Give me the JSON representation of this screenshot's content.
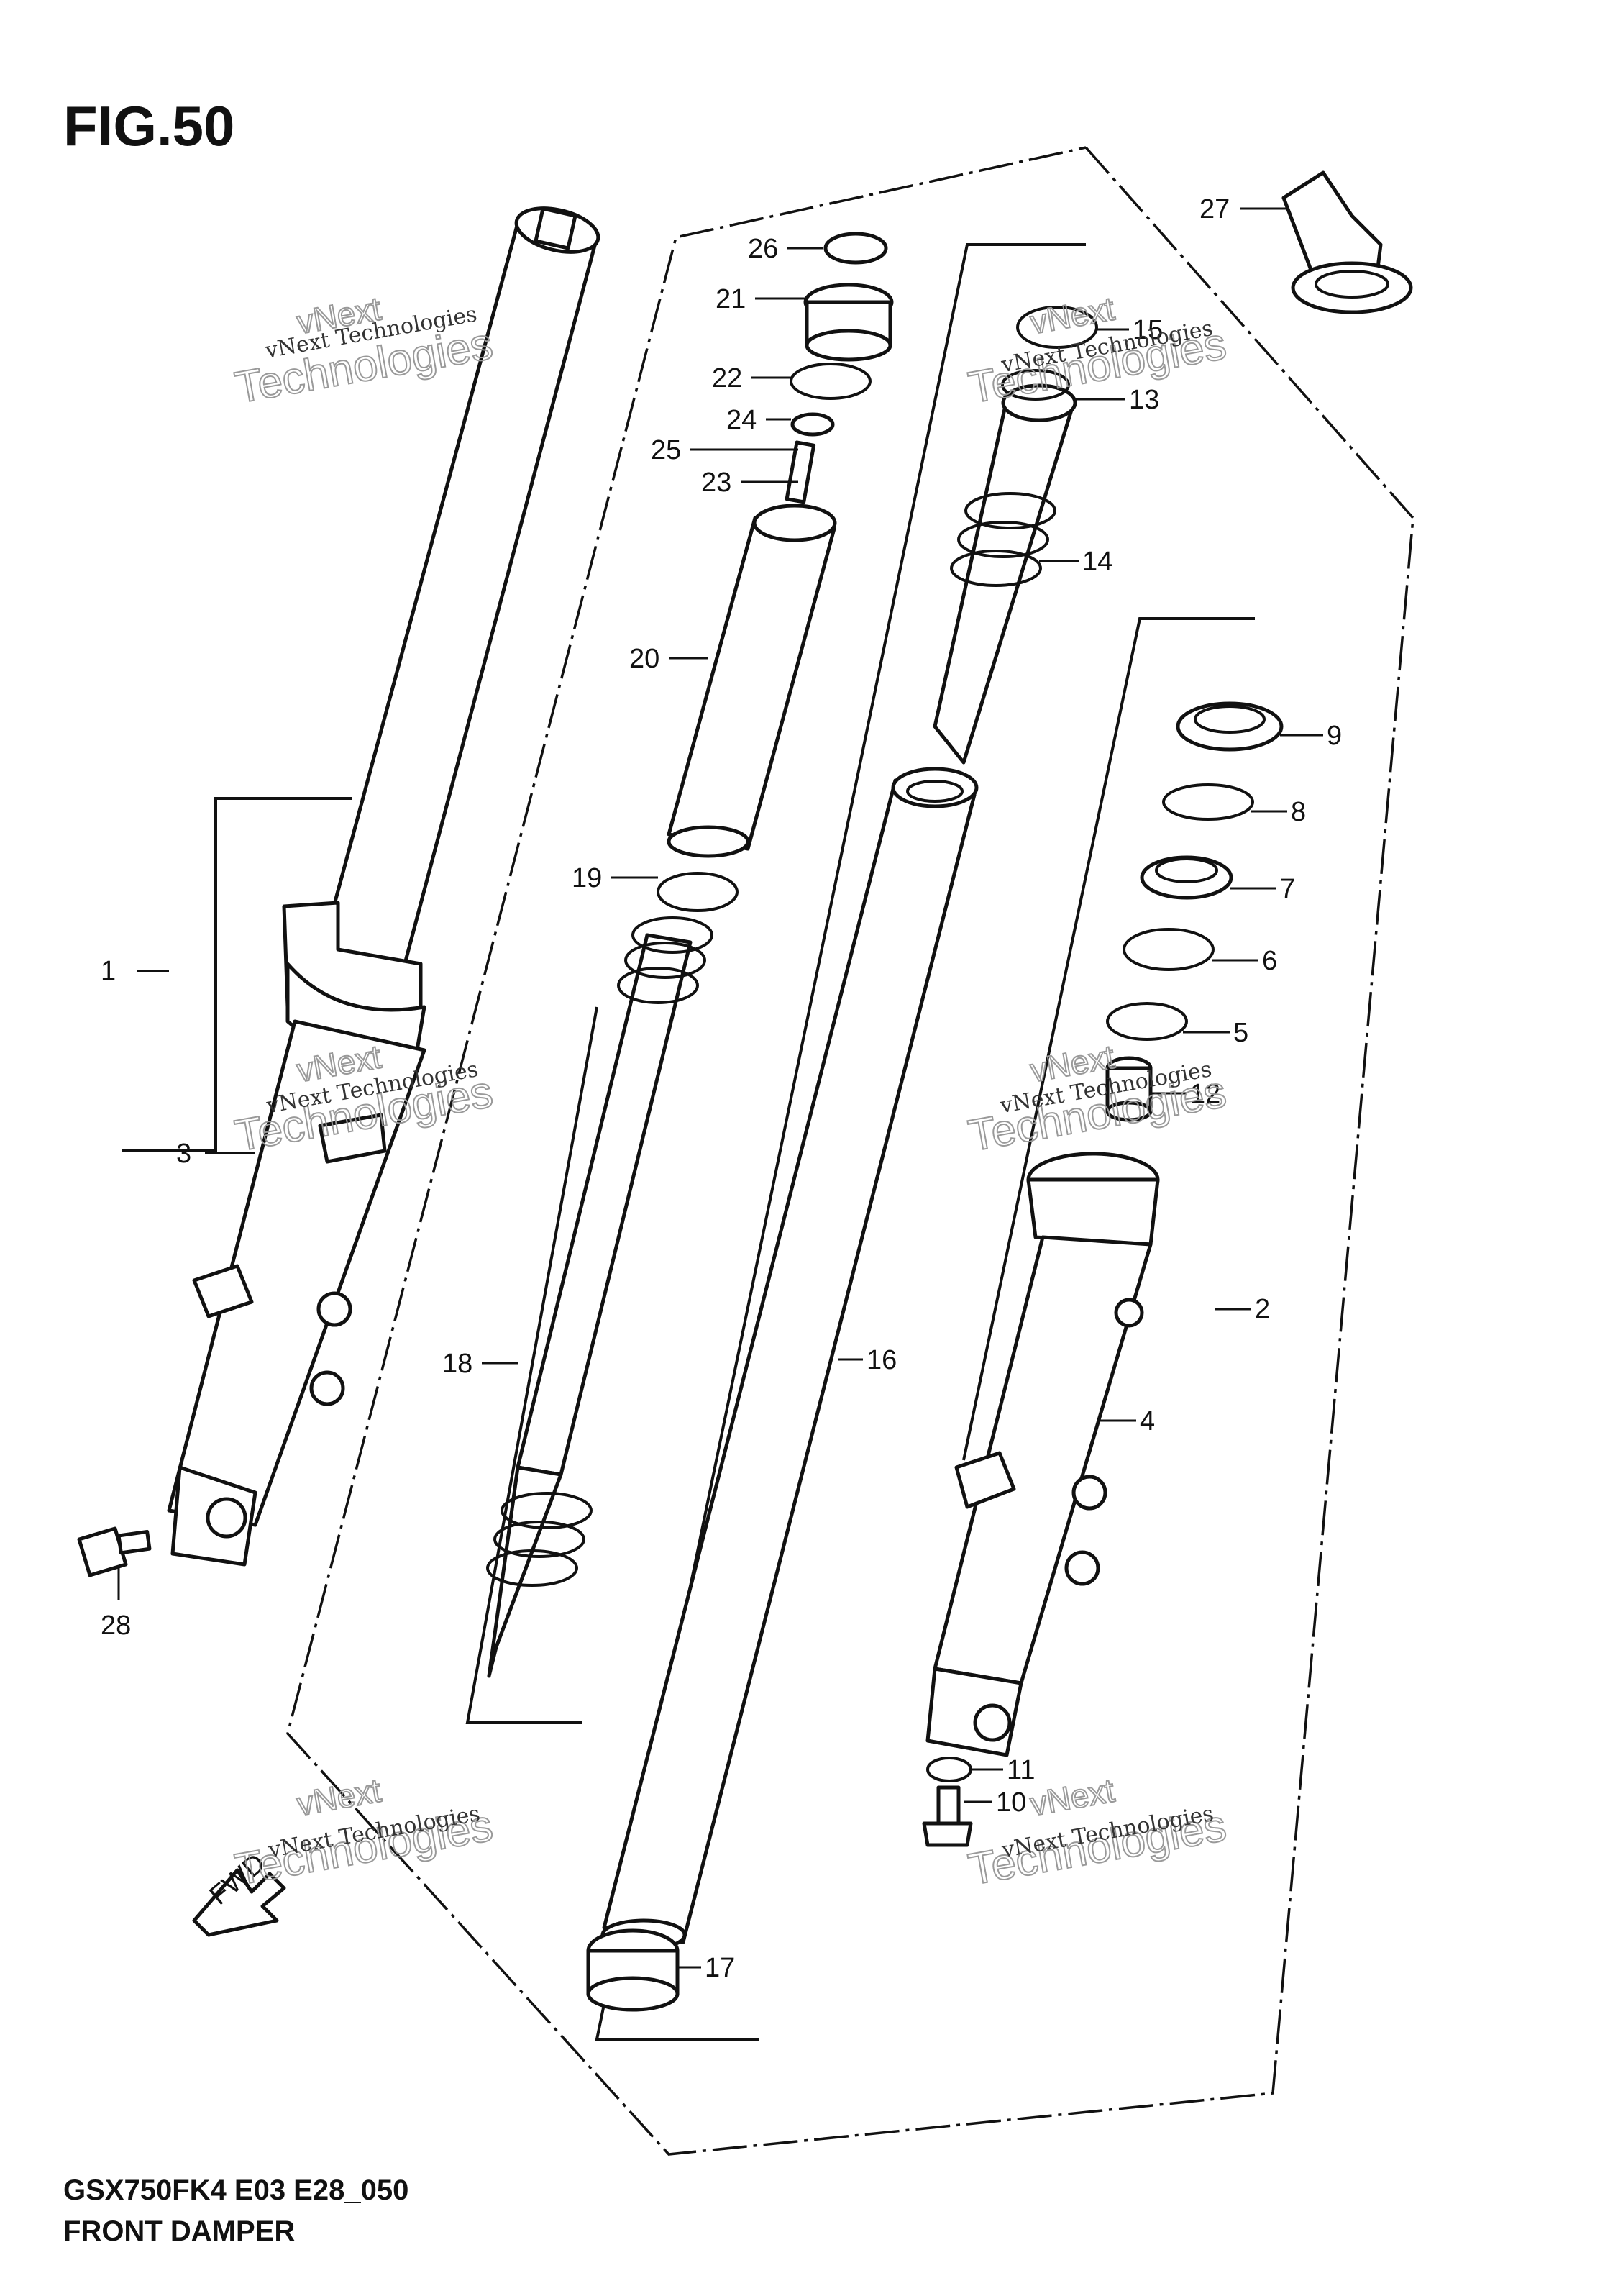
{
  "figure": {
    "title": "FIG.50",
    "model_code": "GSX750FK4 E03 E28_050",
    "section_name": "FRONT DAMPER",
    "arrow_label": "FWD"
  },
  "watermark": {
    "line1": "vNext",
    "line2": "Technologies",
    "small": "vNext Technologies"
  },
  "callouts": [
    {
      "id": "1",
      "label": "1"
    },
    {
      "id": "2",
      "label": "2"
    },
    {
      "id": "3",
      "label": "3"
    },
    {
      "id": "4",
      "label": "4"
    },
    {
      "id": "5",
      "label": "5"
    },
    {
      "id": "6",
      "label": "6"
    },
    {
      "id": "7",
      "label": "7"
    },
    {
      "id": "8",
      "label": "8"
    },
    {
      "id": "9",
      "label": "9"
    },
    {
      "id": "10",
      "label": "10"
    },
    {
      "id": "11",
      "label": "11"
    },
    {
      "id": "12",
      "label": "12"
    },
    {
      "id": "13",
      "label": "13"
    },
    {
      "id": "14",
      "label": "14"
    },
    {
      "id": "15",
      "label": "15"
    },
    {
      "id": "16",
      "label": "16"
    },
    {
      "id": "17",
      "label": "17"
    },
    {
      "id": "18",
      "label": "18"
    },
    {
      "id": "19",
      "label": "19"
    },
    {
      "id": "20",
      "label": "20"
    },
    {
      "id": "21",
      "label": "21"
    },
    {
      "id": "22",
      "label": "22"
    },
    {
      "id": "23",
      "label": "23"
    },
    {
      "id": "24",
      "label": "24"
    },
    {
      "id": "25",
      "label": "25"
    },
    {
      "id": "26",
      "label": "26"
    },
    {
      "id": "27",
      "label": "27"
    },
    {
      "id": "28",
      "label": "28"
    }
  ]
}
